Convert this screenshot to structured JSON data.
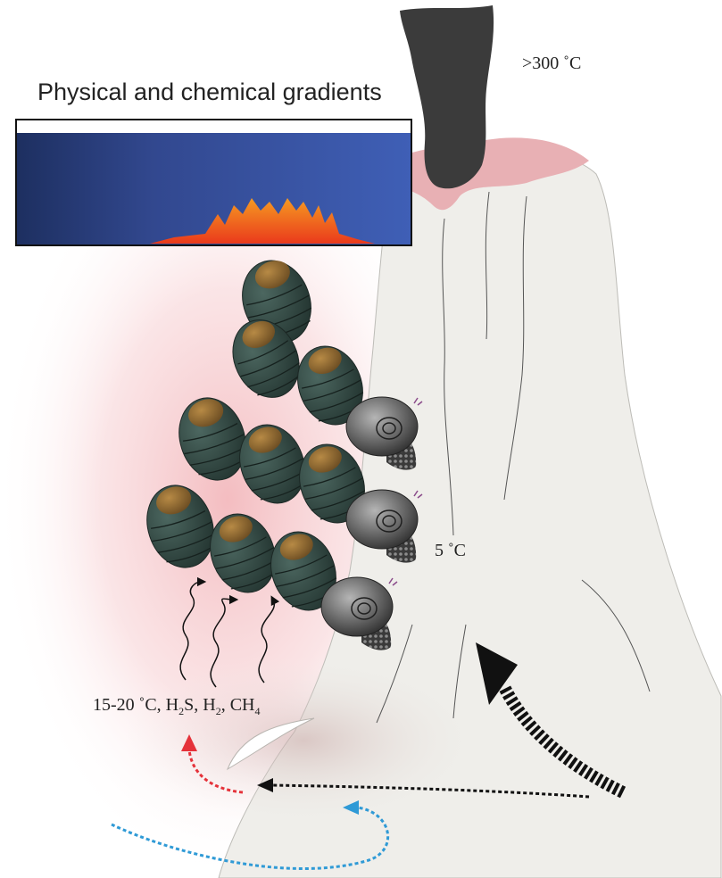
{
  "title": "Physical and chemical gradients",
  "labels": {
    "vent_temp": ">300 ˚C",
    "ambient_temp": "5 ˚C",
    "flow_prefix": "15-20 ˚C, H",
    "flow_h2s_sub": "2",
    "flow_h2s_tail": "S, H",
    "flow_h2_sub": "2",
    "flow_ch4_head": ", CH",
    "flow_ch4_sub": "4"
  },
  "colors": {
    "gradient_cold": "#1d2f60",
    "gradient_mid": "#3d5cb0",
    "gradient_hot": "#f04b1a",
    "vent_chimney": "#3b3b3b",
    "vent_collar": "#e8b0b4",
    "edifice": "#efeeea",
    "warm_glow": "#f3b9bd",
    "limpet_shell": "#2f4540",
    "limpet_apex": "#8a6a35",
    "snail_shell": "#595959",
    "arrow_red": "#e5323a",
    "arrow_blue": "#2f9ad6",
    "arrow_black": "#111111"
  },
  "icons": [
    "limpet-icon",
    "scaly-snail-icon",
    "wavy-flow-arrow-icon",
    "dotted-arrow-icon"
  ]
}
